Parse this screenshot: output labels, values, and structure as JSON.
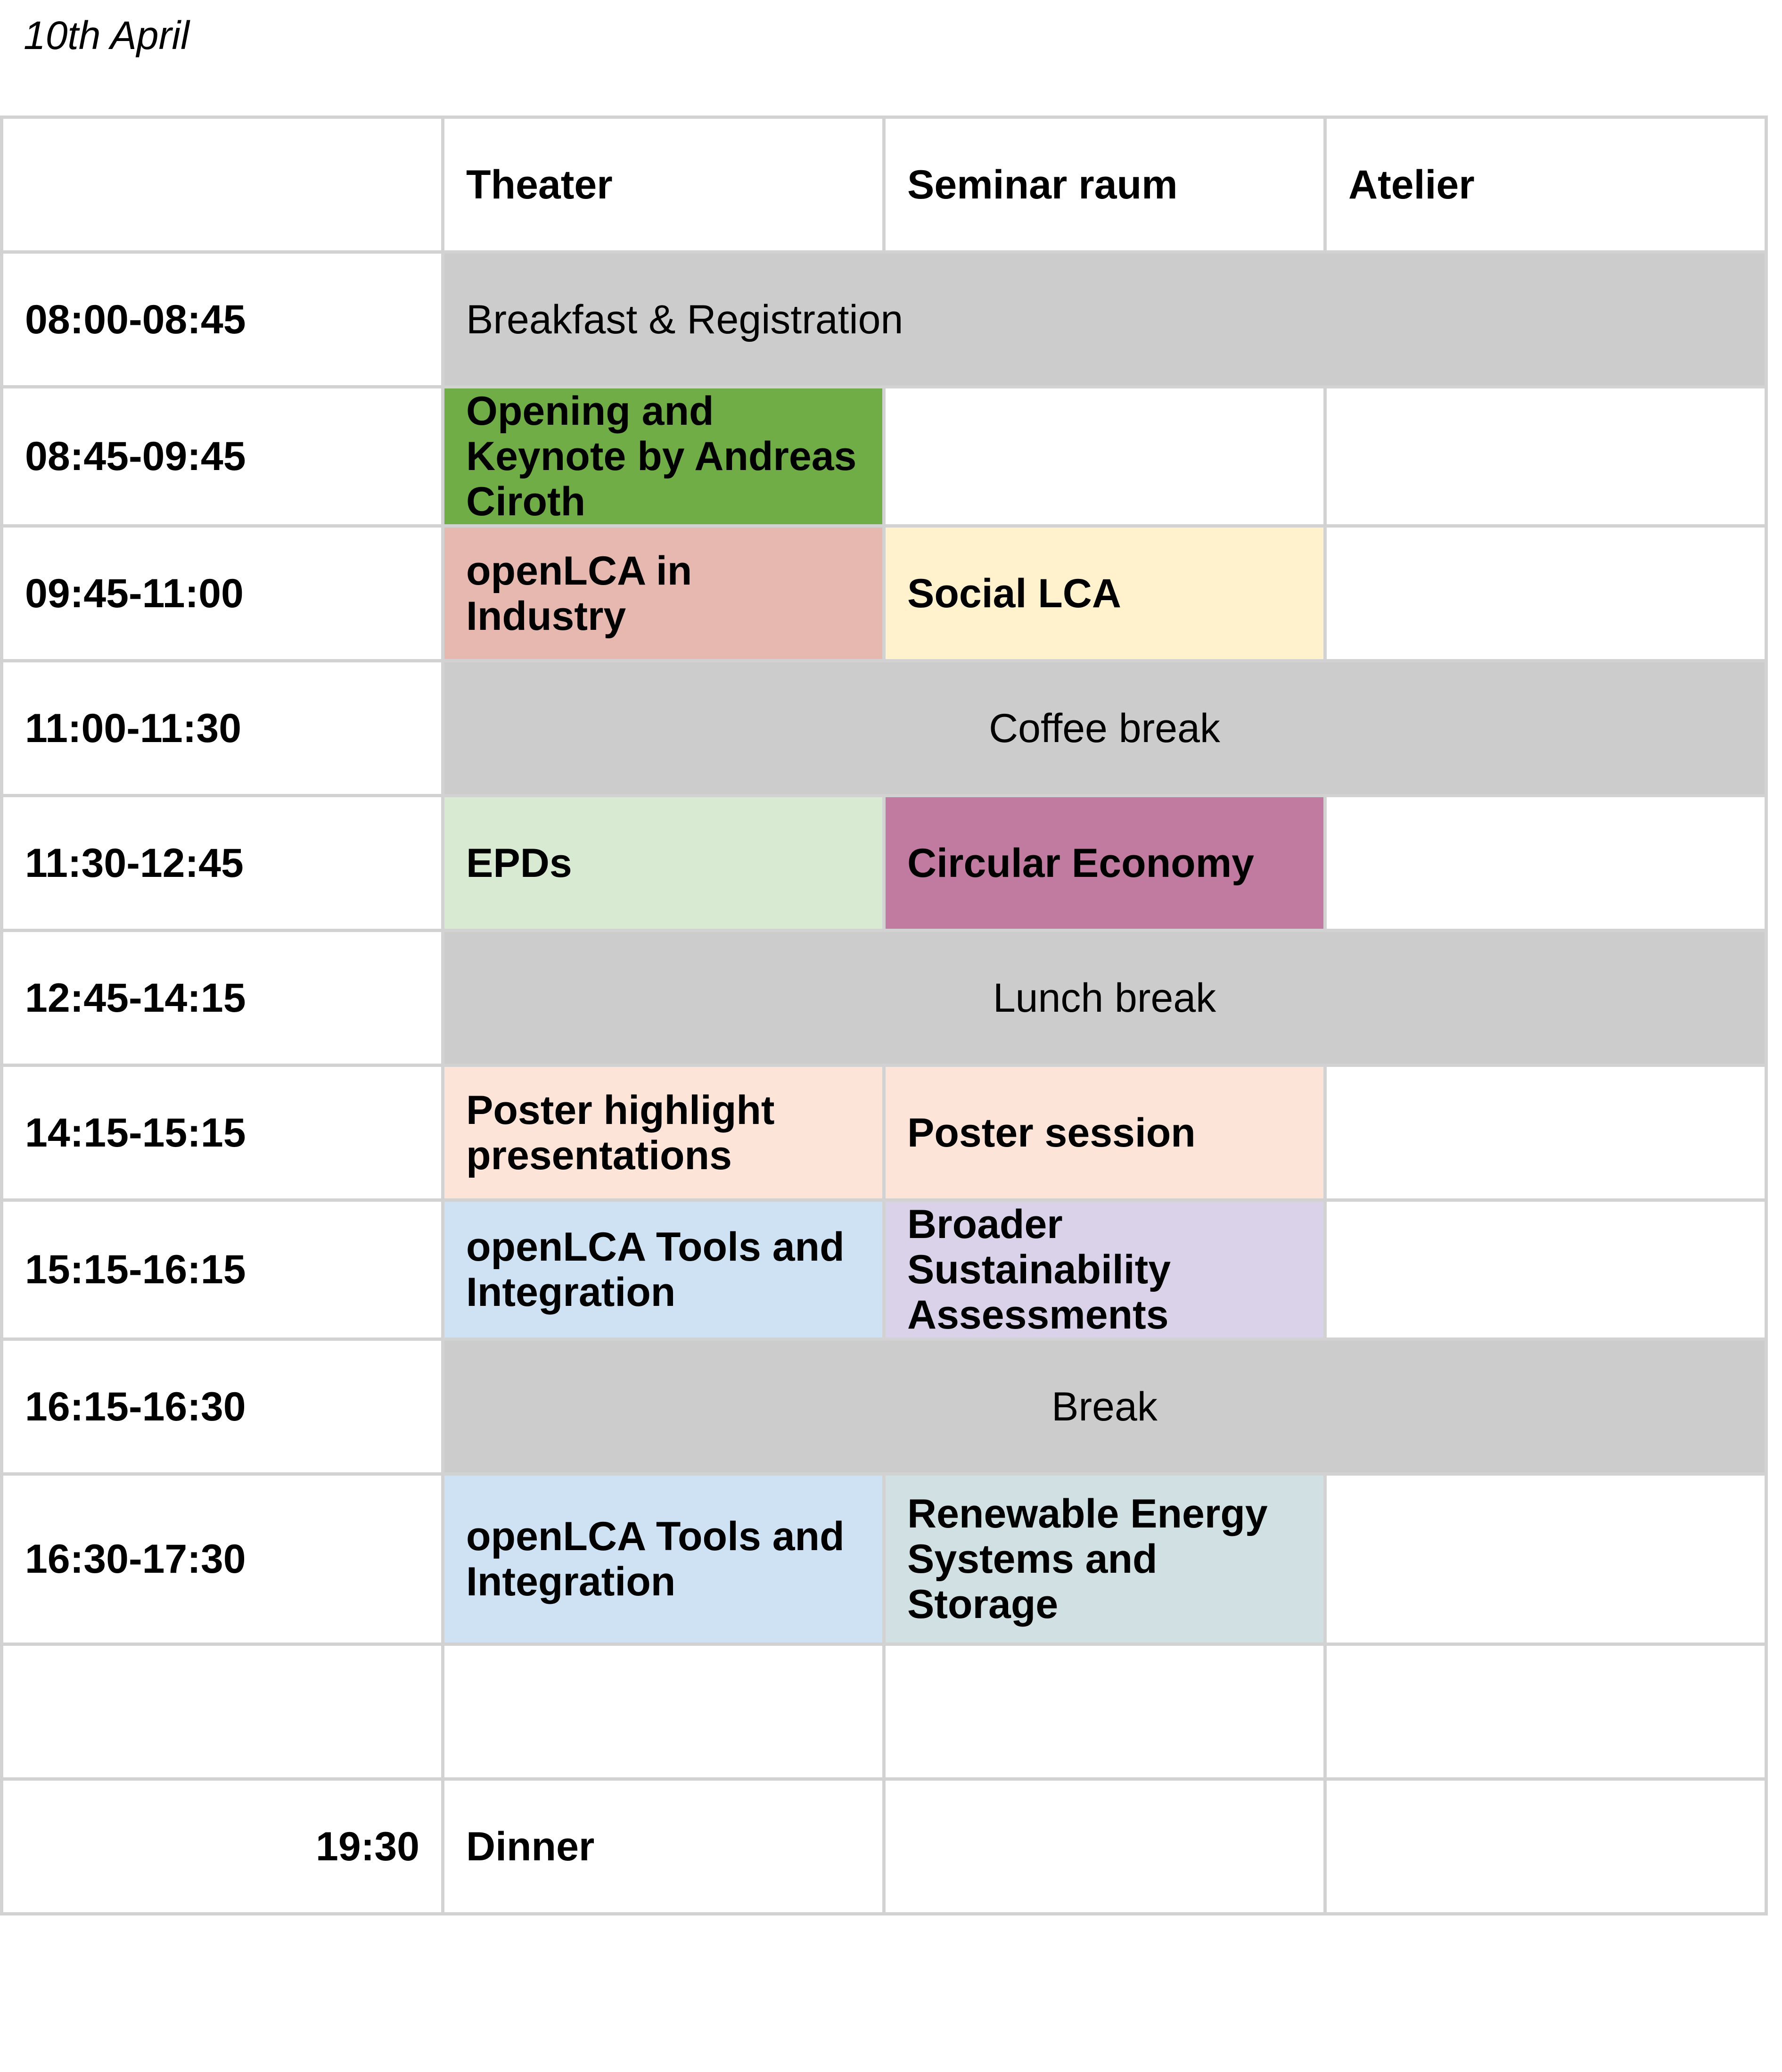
{
  "page": {
    "date": "10th April"
  },
  "colors": {
    "gray": "#cccccc",
    "dark_green": "#70ad47",
    "salmon": "#e6b8b0",
    "cream": "#fff2cc",
    "light_green": "#d9ead3",
    "mauve": "#c27ba0",
    "peach": "#fde4d8",
    "light_blue": "#cfe2f3",
    "lavender": "#d9d2e9",
    "blue_gray": "#d0e0e3"
  },
  "schedule": {
    "rooms": [
      "Theater",
      "Seminar raum",
      "Atelier"
    ],
    "rows": [
      {
        "time": "08:00-08:45",
        "break": "Breakfast & Registration"
      },
      {
        "time": "08:45-09:45",
        "theater": "Opening and Keynote by Andreas Ciroth"
      },
      {
        "time": "09:45-11:00",
        "theater": "openLCA in Industry",
        "seminar": "Social LCA"
      },
      {
        "time": "11:00-11:30",
        "break": "Coffee break"
      },
      {
        "time": "11:30-12:45",
        "theater": "EPDs",
        "seminar": "Circular Economy"
      },
      {
        "time": "12:45-14:15",
        "break": "Lunch break"
      },
      {
        "time": "14:15-15:15",
        "theater": "Poster highlight presentations",
        "seminar": "Poster session"
      },
      {
        "time": "15:15-16:15",
        "theater": "openLCA Tools and Integration",
        "seminar": "Broader Sustainability Assessments"
      },
      {
        "time": "16:15-16:30",
        "break": "Break"
      },
      {
        "time": "16:30-17:30",
        "theater": "openLCA Tools and Integration",
        "seminar": "Renewable Energy Systems and Storage"
      },
      {
        "time": ""
      },
      {
        "time": "19:30",
        "theater": "Dinner"
      }
    ]
  }
}
